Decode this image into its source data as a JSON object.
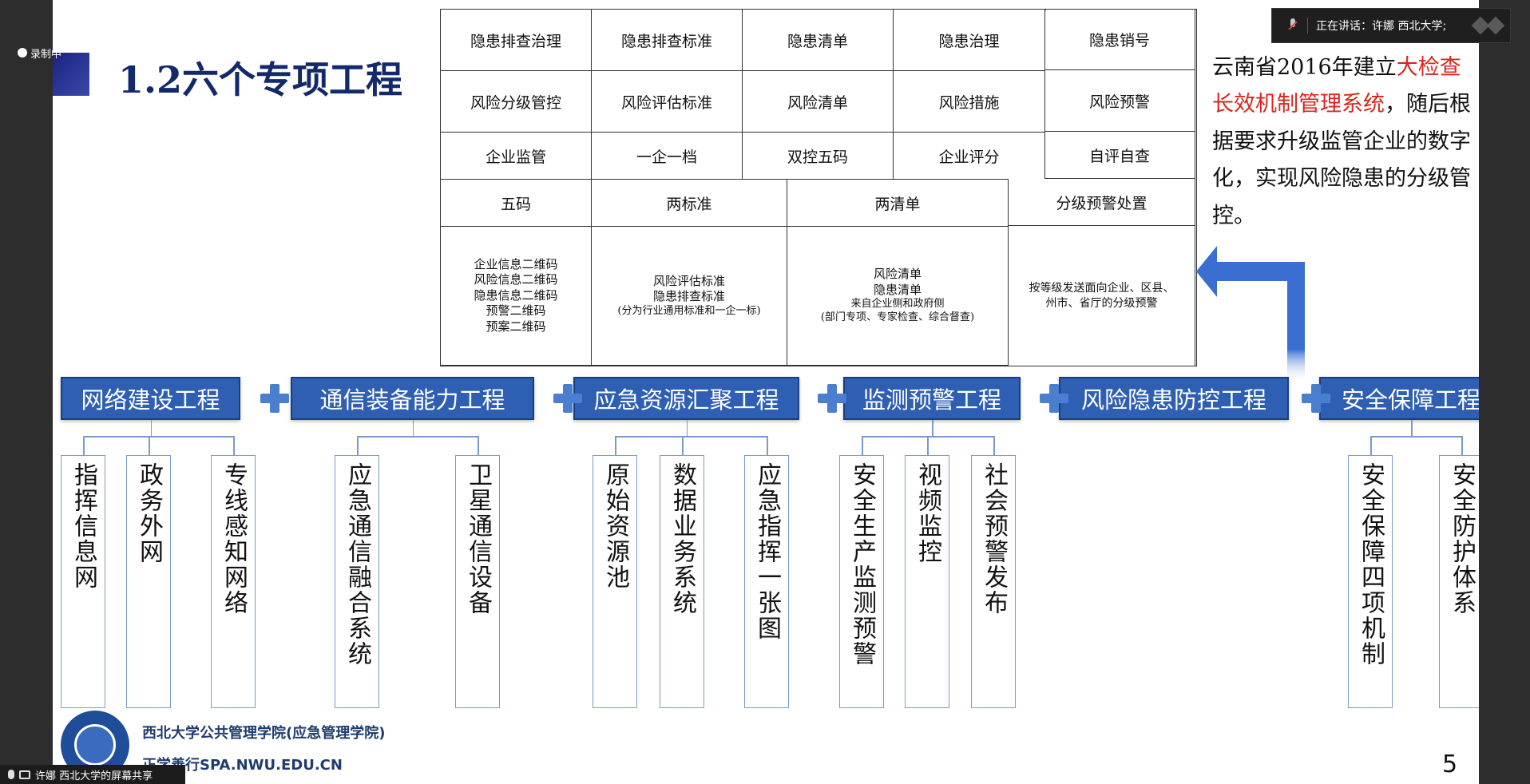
{
  "meeting": {
    "recording_label": "录制中",
    "speaking_label": "正在讲话：许娜 西北大学;",
    "share_label": "许娜 西北大学的屏幕共享"
  },
  "slide": {
    "title": "1.2六个专项工程",
    "grid": {
      "row1": [
        "隐患排查治理",
        "隐患排查标准",
        "隐患清单",
        "隐患治理",
        "隐患销号"
      ],
      "row2": [
        "风险分级管控",
        "风险评估标准",
        "风险清单",
        "风险措施",
        "风险预警"
      ],
      "row3": [
        "企业监管",
        "一企一档",
        "双控五码",
        "企业评分",
        "自评自查"
      ],
      "row4": [
        "五码",
        "两标准",
        "两清单",
        "分级预警处置"
      ],
      "detail_codes": [
        "企业信息二维码",
        "风险信息二维码",
        "隐患信息二维码",
        "预警二维码",
        "预案二维码"
      ],
      "detail_standards": [
        "风险评估标准",
        "隐患排查标准"
      ],
      "detail_standards_note": "(分为行业通用标准和一企一标)",
      "detail_lists": [
        "风险清单",
        "隐患清单",
        "来自企业侧和政府侧"
      ],
      "detail_lists_note": "(部门专项、专家检查、综合督查)",
      "detail_warning": [
        "按等级发送面向企业、区县、",
        "州市、省厅的分级预警"
      ]
    },
    "note": {
      "part1": "云南省2016年建立",
      "highlight": "大检查长效机制管理系统",
      "part2": "，随后根据要求升级监管企业的数字化，实现风险隐患的分级管控。"
    },
    "projects": [
      {
        "label": "网络建设工程",
        "subs": [
          "指挥信息网",
          "政务外网",
          "专线感知网络"
        ]
      },
      {
        "label": "通信装备能力工程",
        "subs": [
          "应急通信融合系统",
          "卫星通信设备"
        ]
      },
      {
        "label": "应急资源汇聚工程",
        "subs": [
          "原始资源池",
          "数据业务系统",
          "应急指挥一张图"
        ]
      },
      {
        "label": "监测预警工程",
        "subs": [
          "安全生产监测预警",
          "视频监控",
          "社会预警发布"
        ]
      },
      {
        "label": "风险隐患防控工程",
        "subs": []
      },
      {
        "label": "安全保障工程",
        "subs": [
          "安全保障四项机制",
          "安全防护体系"
        ]
      }
    ],
    "footer": {
      "school": "西北大学公共管理学院(应急管理学院)",
      "site": "正学善行SPA.NWU.EDU.CN"
    },
    "page_number": "5"
  }
}
